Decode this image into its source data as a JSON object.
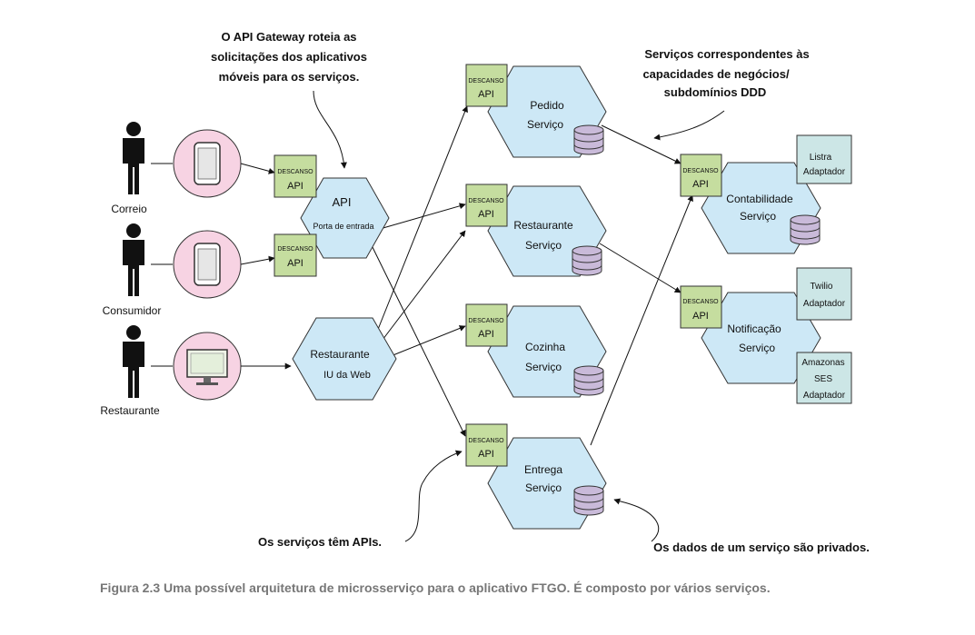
{
  "annotations": {
    "gateway_note": [
      "O API Gateway roteia as",
      "solicitações dos aplicativos",
      "móveis para os serviços."
    ],
    "services_note": [
      "Serviços correspondentes às",
      "capacidades de negócios/",
      "subdomínios DDD"
    ],
    "apis_note": "Os serviços têm APIs.",
    "private_data_note": "Os dados de um serviço são privados."
  },
  "actors": [
    {
      "label": "Correio",
      "device": "phone"
    },
    {
      "label": "Consumidor",
      "device": "phone"
    },
    {
      "label": "Restaurante",
      "device": "monitor"
    }
  ],
  "api_badge": {
    "top": "DESCANSO",
    "bottom": "API"
  },
  "gateway": {
    "title": "API",
    "subtitle": "Porta de entrada"
  },
  "web_ui": {
    "line1": "Restaurante",
    "line2": "IU da Web"
  },
  "services": {
    "pedido": {
      "line1": "Pedido",
      "line2": "Serviço"
    },
    "restaurante": {
      "line1": "Restaurante",
      "line2": "Serviço"
    },
    "cozinha": {
      "line1": "Cozinha",
      "line2": "Serviço"
    },
    "entrega": {
      "line1": "Entrega",
      "line2": "Serviço"
    },
    "contabilidade": {
      "line1": "Contabilidade",
      "line2": "Serviço"
    },
    "notificacao": {
      "line1": "Notificação",
      "line2": "Serviço"
    }
  },
  "adapters": {
    "listra": {
      "line1": "Listra",
      "line2": "Adaptador"
    },
    "twilio": {
      "line1": "Twilio",
      "line2": "Adaptador"
    },
    "amazon": {
      "line1": "Amazonas",
      "line2": "SES",
      "line3": "Adaptador"
    }
  },
  "caption": "Figura 2.3 Uma possível arquitetura de microsserviço para o aplicativo FTGO. É composto por vários serviços.",
  "colors": {
    "service_fill": "#cde8f6",
    "api_fill": "#c5dd9f",
    "adapter_fill": "#cce6e6",
    "device_circle": "#f7d3e3",
    "database_fill": "#c9bad9"
  }
}
